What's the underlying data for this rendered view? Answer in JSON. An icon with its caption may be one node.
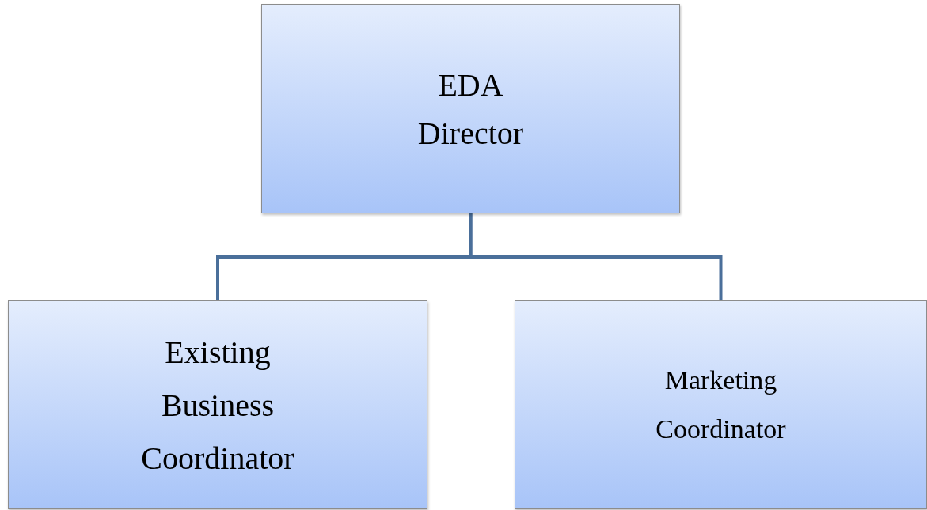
{
  "diagram": {
    "nodes": [
      {
        "text": [
          "EDA Director"
        ]
      },
      {
        "text": [
          "Existing Business Coordinator"
        ]
      },
      {
        "text": [
          "Marketing Coordinator"
        ]
      }
    ],
    "edges": [
      {
        "from": 0,
        "to": 1,
        "arrow": "none"
      },
      {
        "from": 0,
        "to": 2,
        "arrow": "none"
      }
    ]
  }
}
